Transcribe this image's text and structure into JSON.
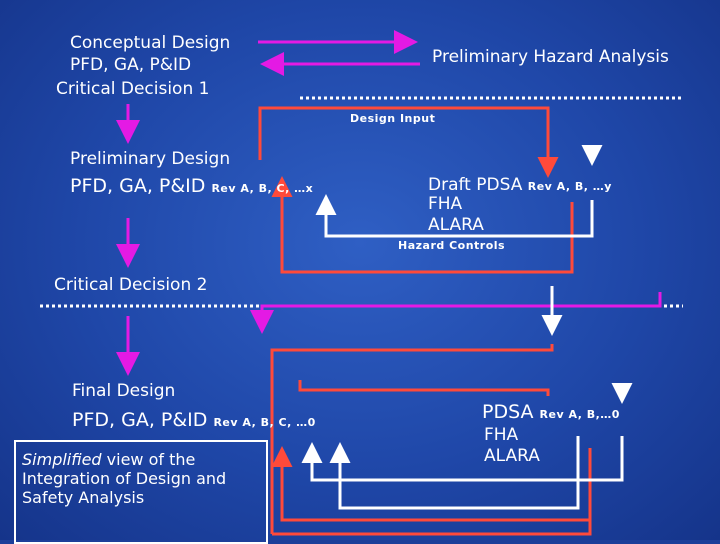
{
  "conceptual": {
    "title": "Conceptual Design",
    "docs": "PFD, GA, P&ID",
    "decision": "Critical Decision 1"
  },
  "pha": {
    "title": "Preliminary Hazard Analysis"
  },
  "design_input": "Design Input",
  "preliminary": {
    "title": "Preliminary Design",
    "docs": "PFD, GA, P&ID",
    "rev": "Rev A, B, C, …x"
  },
  "draft": {
    "title": "Draft PDSA",
    "rev": "Rev A, B, …y",
    "fha": "FHA",
    "alara": "ALARA"
  },
  "hazard_controls": "Hazard Controls",
  "decision2": "Critical Decision 2",
  "final": {
    "title": "Final Design",
    "docs": "PFD, GA, P&ID",
    "rev": "Rev A, B, C, …0"
  },
  "pdsa": {
    "title": "PDSA",
    "rev": "Rev A, B,…0",
    "fha": "FHA",
    "alara": "ALARA"
  },
  "note": {
    "emph": "Simplified",
    "rest": " view of the Integration of Design and Safety Analysis"
  },
  "colors": {
    "magenta": "#e41ae4",
    "red": "#ff4a3a",
    "white": "#ffffff",
    "dotted": "#ffffff"
  }
}
